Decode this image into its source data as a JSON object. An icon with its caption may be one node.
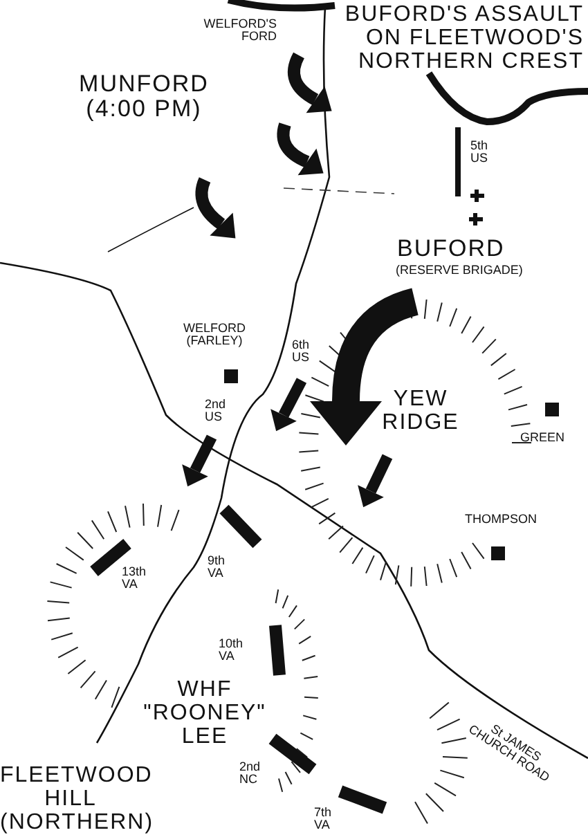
{
  "diagram": {
    "title": "BUFORD'S ASSAULT ON FLEETWOOD'S NORTHERN CREST",
    "labels": [
      "WELFORD'S FORD",
      "MUNFORD (4:00 PM)",
      "5th US",
      "BUFORD",
      "(RESERVE BRIGADE)",
      "WELFORD (FARLEY)",
      "6th US",
      "2nd US",
      "YEW RIDGE",
      "GREEN",
      "THOMPSON",
      "13th VA",
      "9th VA",
      "10th VA",
      "WHF \"ROONEY\" LEE",
      "St JAMES CHURCH ROAD",
      "2nd NC",
      "FLEETWOOD HILL (NORTHERN)",
      "7th VA"
    ]
  }
}
